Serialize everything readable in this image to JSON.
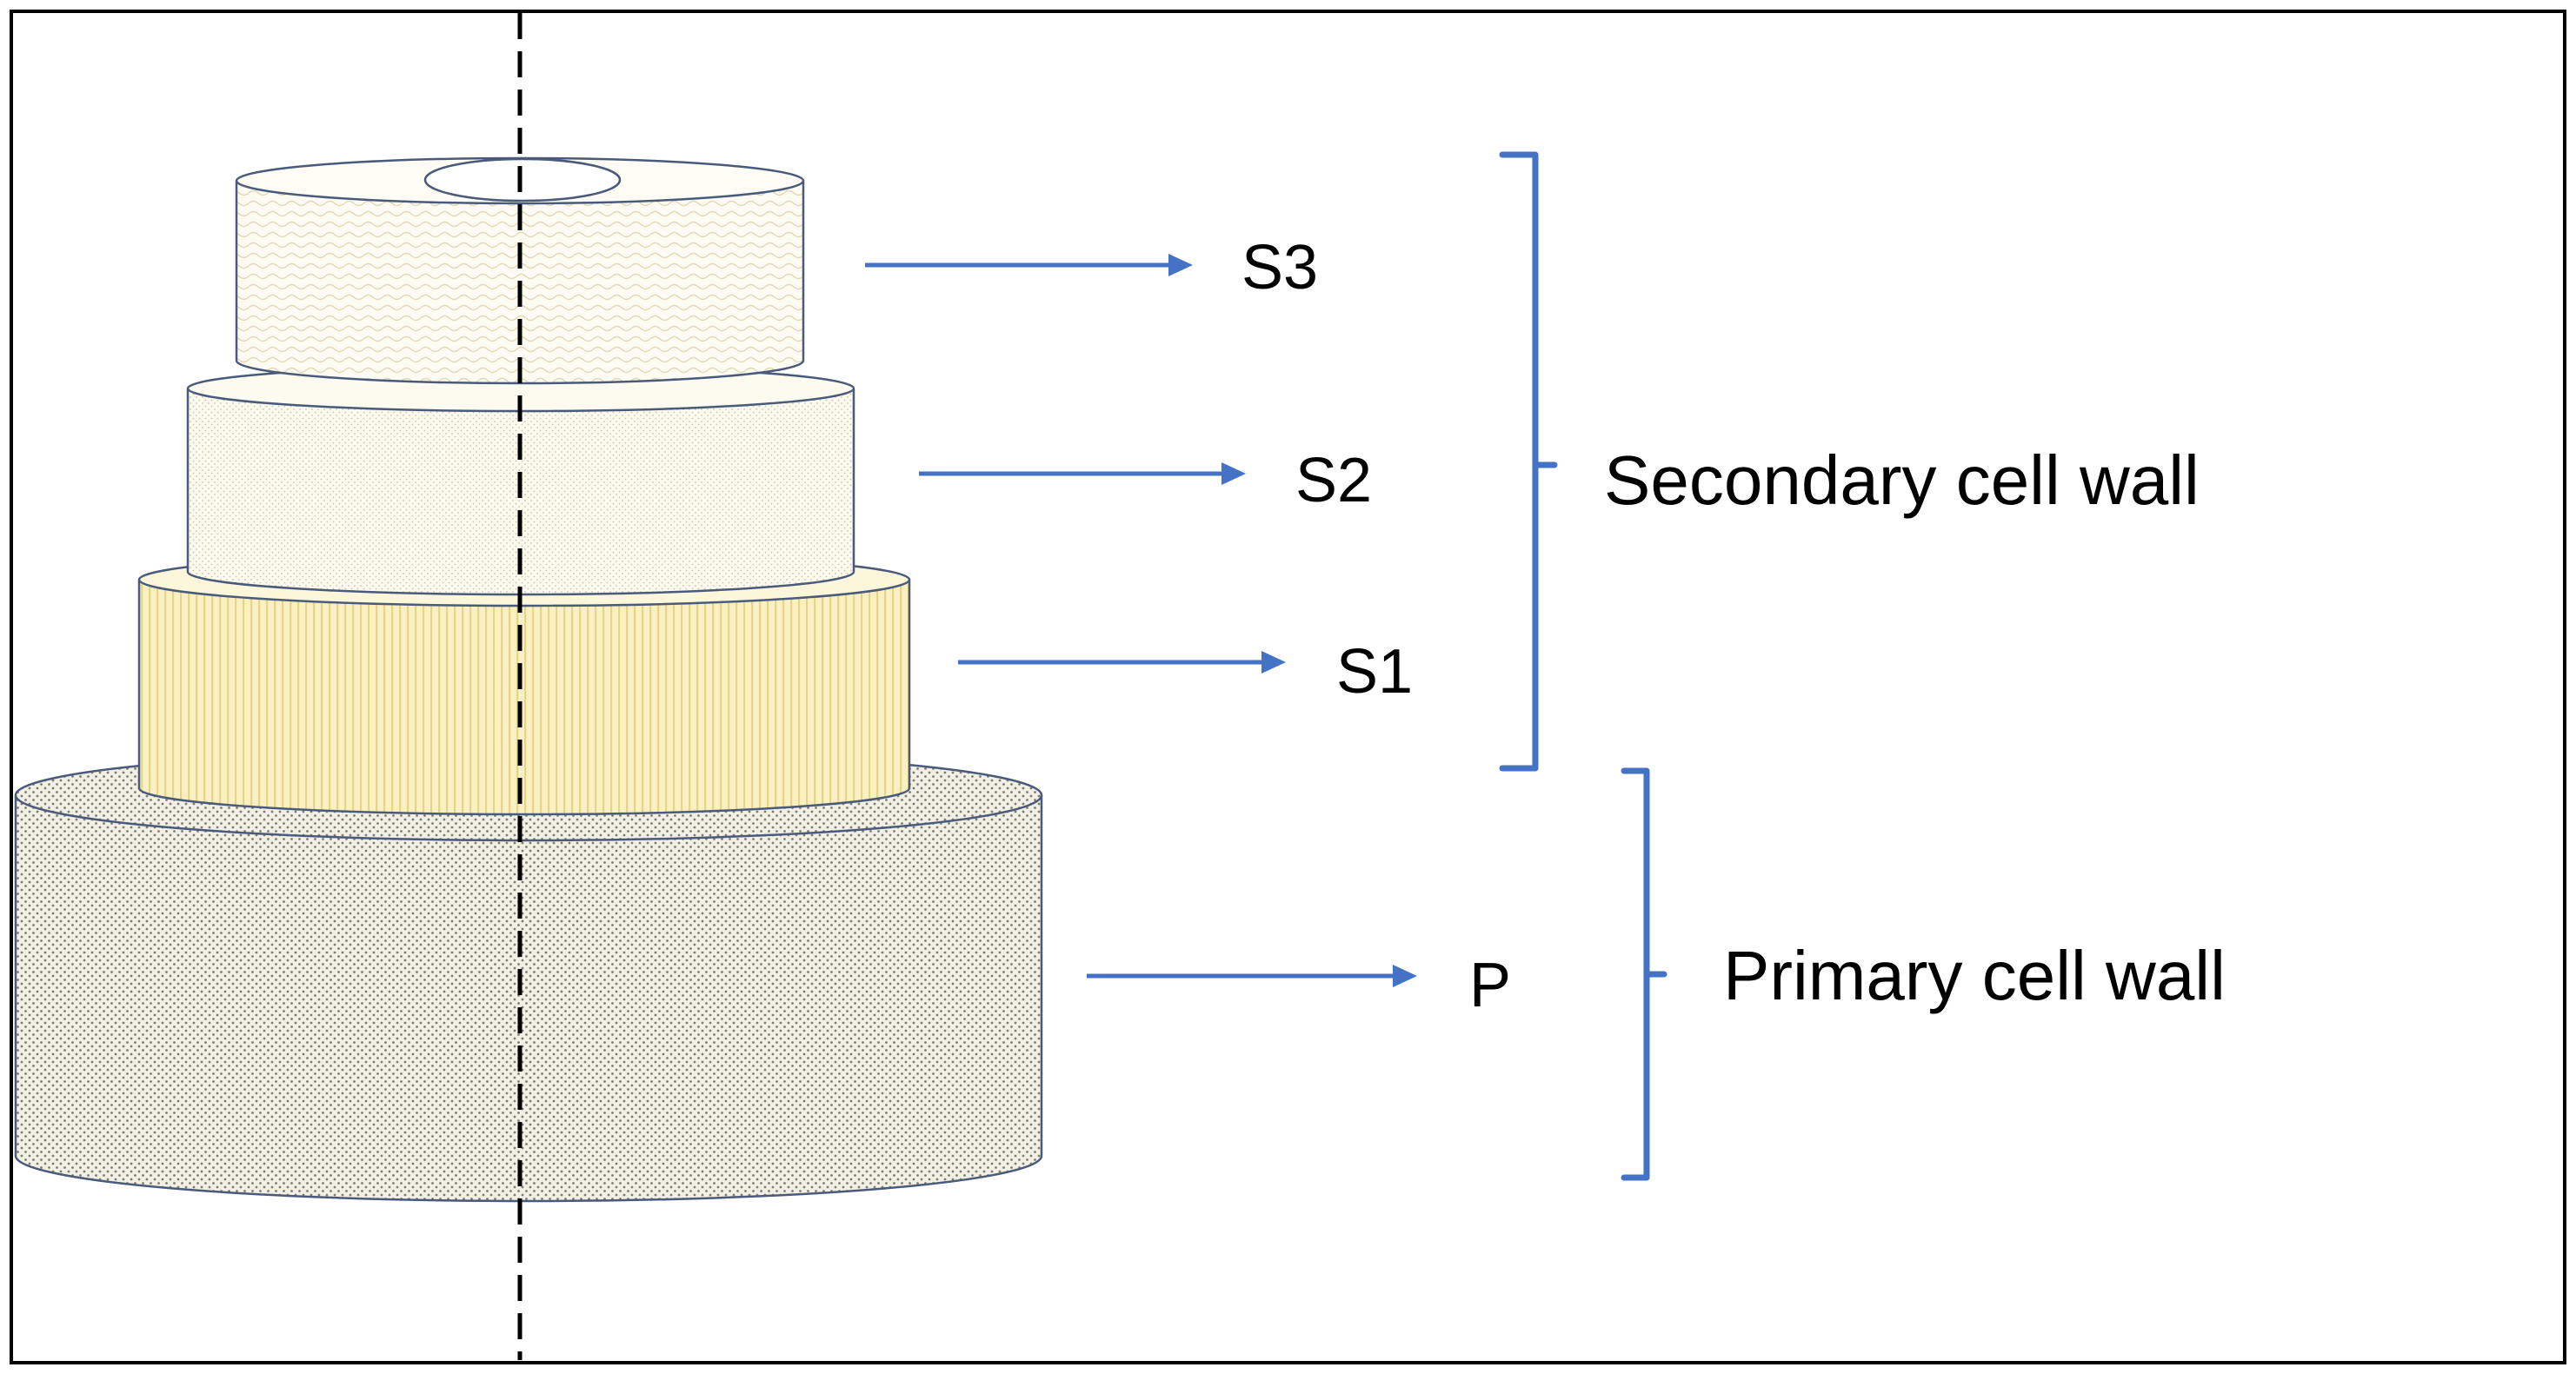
{
  "layers": [
    {
      "id": "S3",
      "label": "S3"
    },
    {
      "id": "S2",
      "label": "S2"
    },
    {
      "id": "S1",
      "label": "S1"
    },
    {
      "id": "P",
      "label": "P"
    }
  ],
  "groups": {
    "secondary": "Secondary cell wall",
    "primary": "Primary cell wall"
  },
  "colors": {
    "arrow": "#4472C4",
    "bracket": "#4472C4",
    "outline": "#4A5A7A",
    "s3_fill": "#FEFBF0",
    "s2_fill": "#FDFBEF",
    "s1_fill": "#FBF0C0",
    "p_fill": "#F3F1E6",
    "frame": "#000000"
  }
}
